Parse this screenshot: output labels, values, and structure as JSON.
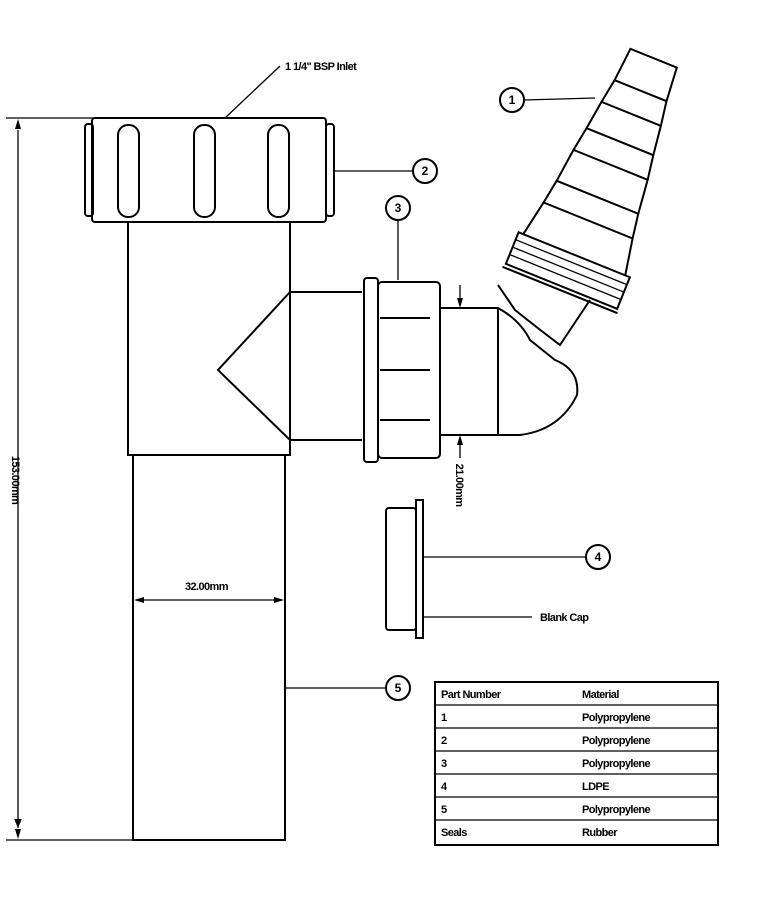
{
  "labels": {
    "inlet": "1 1/4\" BSP Inlet",
    "height_dim": "153.00mm",
    "width_dim": "32.00mm",
    "branch_dim": "21.00mm",
    "blank_cap": "Blank Cap"
  },
  "callouts": [
    "1",
    "2",
    "3",
    "4",
    "5"
  ],
  "table": {
    "headers": [
      "Part Number",
      "Material"
    ],
    "rows": [
      [
        "1",
        "Polypropylene"
      ],
      [
        "2",
        "Polypropylene"
      ],
      [
        "3",
        "Polypropylene"
      ],
      [
        "4",
        "LDPE"
      ],
      [
        "5",
        "Polypropylene"
      ],
      [
        "Seals",
        "Rubber"
      ]
    ]
  }
}
